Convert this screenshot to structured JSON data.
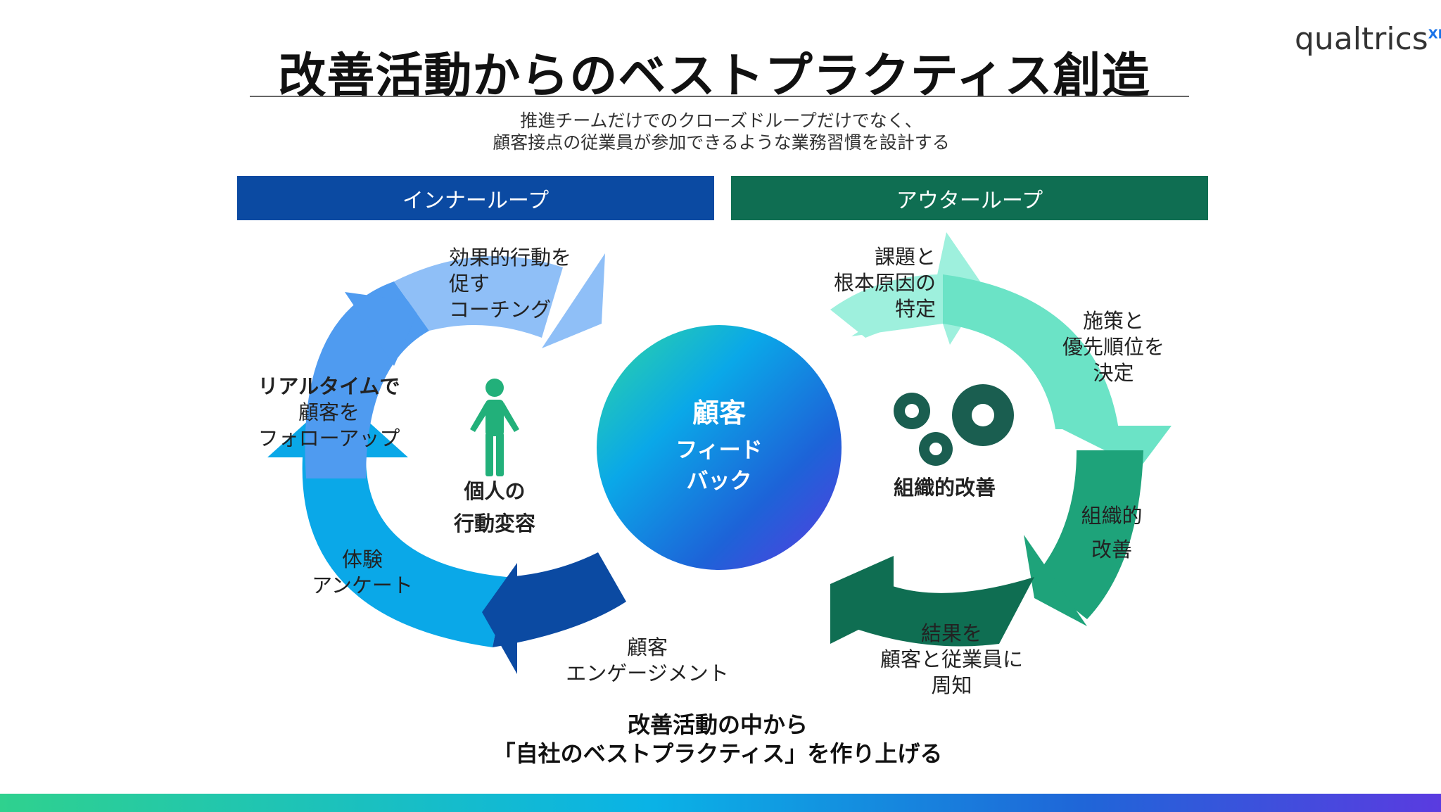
{
  "title": "改善活動からのベストプラクティス創造",
  "logo": {
    "text": "qualtrics",
    "mark": "XM"
  },
  "subtitle": {
    "line1": "推進チームだけでのクローズドループだけでなく、",
    "line2": "顧客接点の従業員が参加できるような業務習慣を設計する"
  },
  "inner_loop": {
    "header": "インナーループ",
    "center_label": [
      "個人の",
      "行動変容"
    ],
    "steps": {
      "coaching": [
        "効果的行動を",
        "促す",
        "コーチング"
      ],
      "followup_bold": "リアルタイムで",
      "followup": [
        "顧客を",
        "フォローアップ"
      ],
      "survey": [
        "体験",
        "アンケート"
      ],
      "engagement": [
        "顧客",
        "エンゲージメント"
      ]
    },
    "colors": {
      "light": "#8fbff7",
      "mid": "#4f9bf0",
      "cyan": "#0aa8e8",
      "dark": "#0b4aa2"
    }
  },
  "outer_loop": {
    "header": "アウターループ",
    "center_label": "組織的改善",
    "steps": {
      "identify": [
        "課題と",
        "根本原因の",
        "特定"
      ],
      "decide": [
        "施策と",
        "優先順位を",
        "決定"
      ],
      "improve": [
        "組織的",
        "改善"
      ],
      "share": [
        "結果を",
        "顧客と従業員に",
        "周知"
      ]
    },
    "colors": {
      "light": "#9ef0dd",
      "mid": "#6be3c6",
      "green": "#1ea37a",
      "dark": "#0f6e52"
    }
  },
  "center": {
    "line1": "顧客",
    "line2": "フィード",
    "line3": "バック"
  },
  "footer": {
    "line1": "改善活動の中から",
    "line2": "「自社のベストプラクティス」を作り上げる"
  }
}
